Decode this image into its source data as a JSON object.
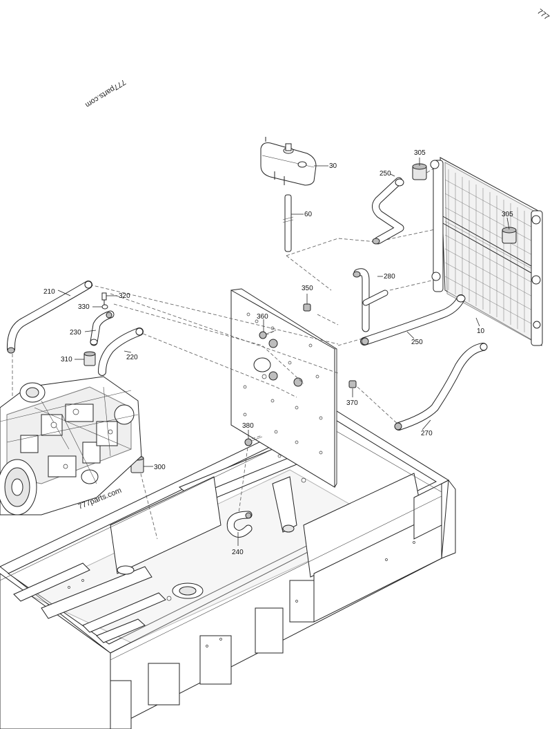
{
  "watermarks": {
    "top_right": "777",
    "top_left": "777parts.com",
    "bottom": "777parts.com"
  },
  "callouts": {
    "c10": "10",
    "c30": "30",
    "c60": "60",
    "c210": "210",
    "c220": "220",
    "c230": "230",
    "c240": "240",
    "c250a": "250",
    "c250b": "250",
    "c270": "270",
    "c280": "280",
    "c300": "300",
    "c305a": "305",
    "c305b": "305",
    "c310": "310",
    "c320": "320",
    "c330": "330",
    "c350": "350",
    "c360": "360",
    "c370": "370",
    "c380": "380"
  }
}
